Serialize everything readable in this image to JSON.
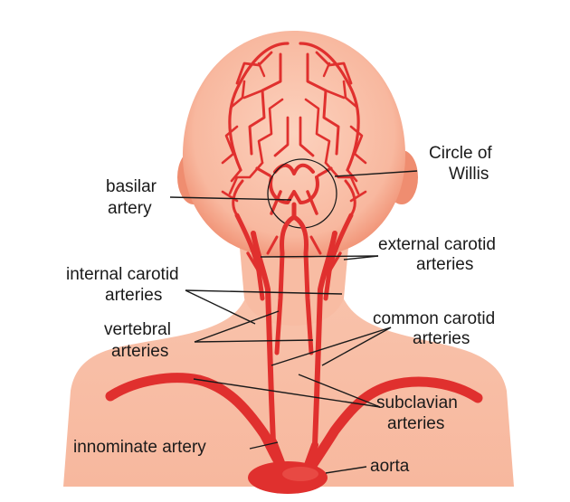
{
  "colors": {
    "skin": "#f6b49a",
    "skin_light": "#fbd3bf",
    "skin_edge": "#ee8063",
    "artery": "#e0302e",
    "artery_dark": "#c8201f",
    "text": "#1a1a1a"
  },
  "labels": {
    "circle_of_willis": [
      "Circle of",
      "Willis"
    ],
    "basilar_artery": [
      "basilar",
      "artery"
    ],
    "external_carotid": [
      "external carotid",
      "arteries"
    ],
    "internal_carotid": [
      "internal carotid",
      "arteries"
    ],
    "vertebral": [
      "vertebral",
      "arteries"
    ],
    "common_carotid": [
      "common carotid",
      "arteries"
    ],
    "subclavian": [
      "subclavian",
      "arteries"
    ],
    "innominate": "innominate artery",
    "aorta": "aorta"
  }
}
